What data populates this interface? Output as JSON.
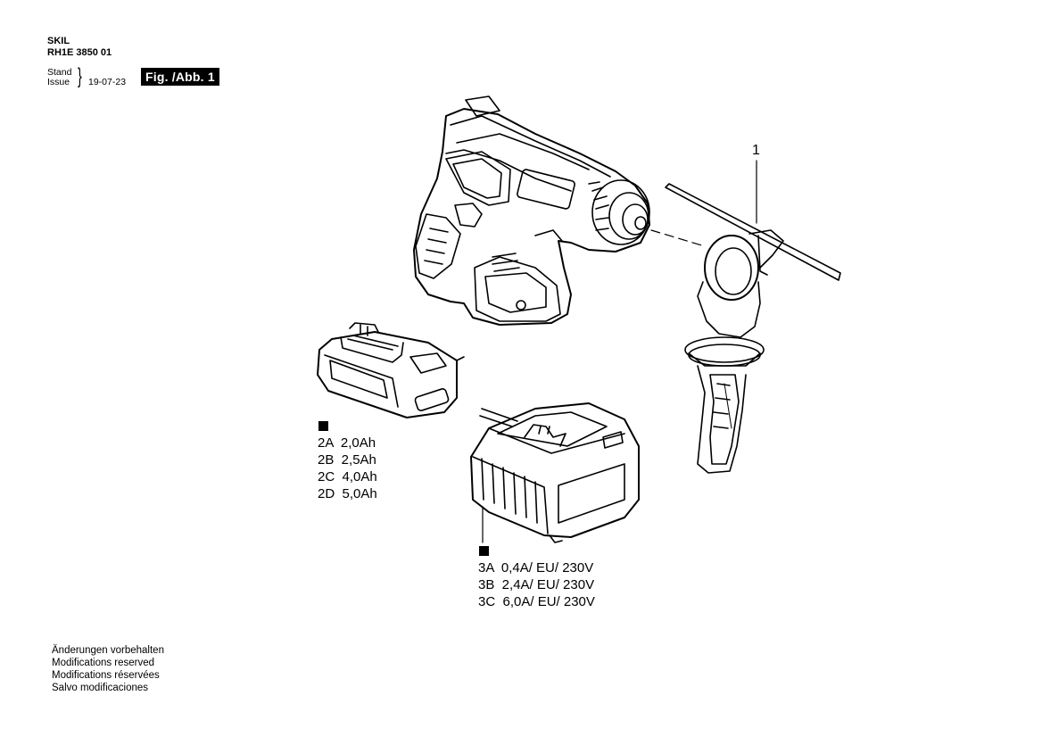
{
  "header": {
    "brand": "SKIL",
    "model": "RH1E 3850 01",
    "stand_label": "Stand",
    "issue_label": "Issue",
    "date": "19-07-23",
    "figure_label": "Fig. /Abb. 1"
  },
  "callout": {
    "item_1": "1"
  },
  "battery_options": [
    "2A  2,0Ah",
    "2B  2,5Ah",
    "2C  4,0Ah",
    "2D  5,0Ah"
  ],
  "charger_options": [
    "3A  0,4A/ EU/ 230V",
    "3B  2,4A/ EU/ 230V",
    "3C  6,0A/ EU/ 230V"
  ],
  "footer": [
    "Änderungen vorbehalten",
    "Modifications reserved",
    "Modifications réservées",
    "Salvo modificaciones"
  ]
}
